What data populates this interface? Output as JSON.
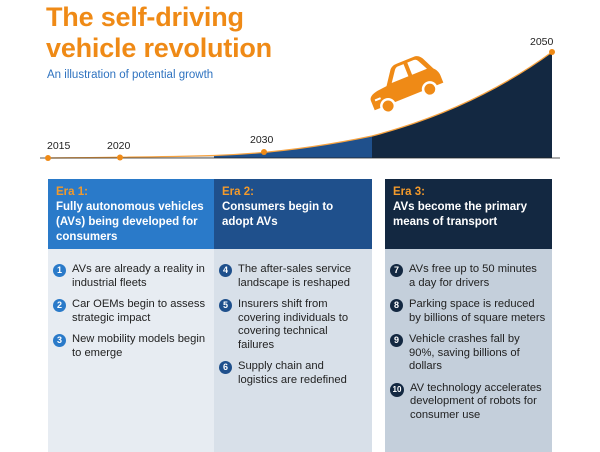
{
  "header": {
    "title_line1": "The self-driving",
    "title_line2": "vehicle revolution",
    "subtitle": "An illustration of potential growth"
  },
  "timeline": {
    "years": [
      "2015",
      "2020",
      "2030",
      "2050"
    ]
  },
  "colors": {
    "orange": "#ef8a16",
    "era1_head": "#2a7ac9",
    "era2_head": "#1f508c",
    "era3_head": "#132841",
    "era1_body": "#e7ecf2",
    "era2_body": "#d8e0e9",
    "era3_body": "#c4cfdb"
  },
  "eras": [
    {
      "label": "Era 1:",
      "heading": "Fully autonomous vehicles (AVs) being developed for consumers",
      "items": [
        {
          "n": "1",
          "text": "AVs are already a reality in industrial fleets"
        },
        {
          "n": "2",
          "text": "Car OEMs begin to assess strategic impact"
        },
        {
          "n": "3",
          "text": "New mobility models begin to emerge"
        }
      ]
    },
    {
      "label": "Era 2:",
      "heading": "Consumers begin to adopt AVs",
      "items": [
        {
          "n": "4",
          "text": "The after-sales service landscape is reshaped"
        },
        {
          "n": "5",
          "text": "Insurers shift from covering individuals to covering technical failures"
        },
        {
          "n": "6",
          "text": "Supply chain and logistics are redefined"
        }
      ]
    },
    {
      "label": "Era 3:",
      "heading": "AVs become the primary means of transport",
      "items": [
        {
          "n": "7",
          "text": "AVs free up to 50 minutes a day for drivers"
        },
        {
          "n": "8",
          "text": "Parking space is reduced by billions of square meters"
        },
        {
          "n": "9",
          "text": "Vehicle crashes fall by 90%, saving billions of dollars"
        },
        {
          "n": "10",
          "text": "AV technology accelerates development of robots for consumer use"
        }
      ]
    }
  ]
}
